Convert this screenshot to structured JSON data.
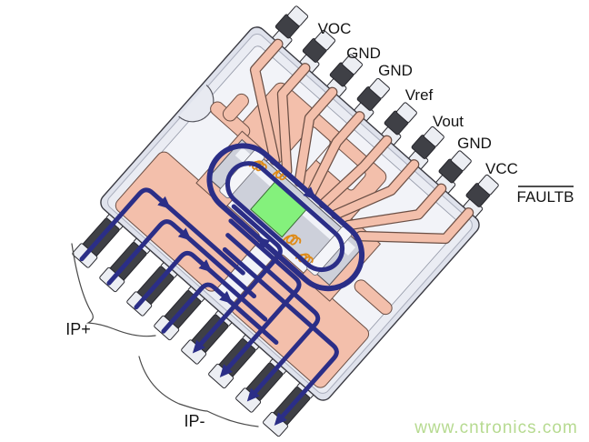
{
  "labels": {
    "voc": "VOC",
    "gnd1": "GND",
    "gnd2": "GND",
    "vref": "Vref",
    "vout": "Vout",
    "gnd3": "GND",
    "vcc": "VCC",
    "faultb": "FAULTB",
    "ip_plus": "IP+",
    "ip_minus": "IP-"
  },
  "watermark": "www.cntronics.com",
  "colors": {
    "copper": "#f3bfab",
    "die_green": "#84f17c",
    "bond_wire": "#df8a17",
    "current_loop": "#2b2e87",
    "pin_dark": "#3f4046",
    "pin_light": "#eceef3",
    "label_text": "#141414",
    "watermark_green": "#b6da90"
  }
}
